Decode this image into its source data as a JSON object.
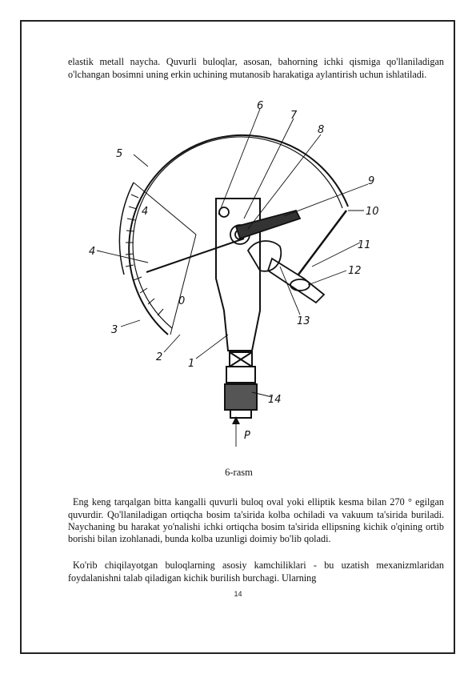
{
  "paragraphs": {
    "p1": "elastik metall naycha. Quvurli buloqlar, asosan, bahorning ichki qismiga qo'llaniladigan o'lchangan bosimni uning erkin uchining mutanosib harakatiga aylantirish uchun ishlatiladi.",
    "p2": "Eng keng tarqalgan bitta kangalli quvurli buloq oval yoki elliptik kesma bilan 270 ° egilgan quvurdir. Qo'llaniladigan ortiqcha bosim ta'sirida kolba ochiladi va vakuum ta'sirida buriladi. Naychaning bu harakat yo'nalishi ichki ortiqcha bosim ta'sirida ellipsning kichik o'qining ortib borishi bilan izohlanadi, bunda kolba uzunligi doimiy bo'lib qoladi.",
    "p3": "Ko'rib chiqilayotgan buloqlarning asosiy kamchiliklari - bu uzatish mexanizmlaridan foydalanishni talab qiladigan kichik burilish burchagi. Ularning"
  },
  "figure": {
    "caption": "6-rasm",
    "labels": {
      "l1": "1",
      "l2": "2",
      "l3": "3",
      "l4": "4",
      "l5": "5",
      "l6": "6",
      "l7": "7",
      "l8": "8",
      "l9": "9",
      "l10": "10",
      "l11": "11",
      "l12": "12",
      "l13": "13",
      "l14": "14",
      "pressure": "P",
      "scale_4": "4",
      "scale_0": "0"
    }
  },
  "footer": {
    "page_number": "14"
  }
}
